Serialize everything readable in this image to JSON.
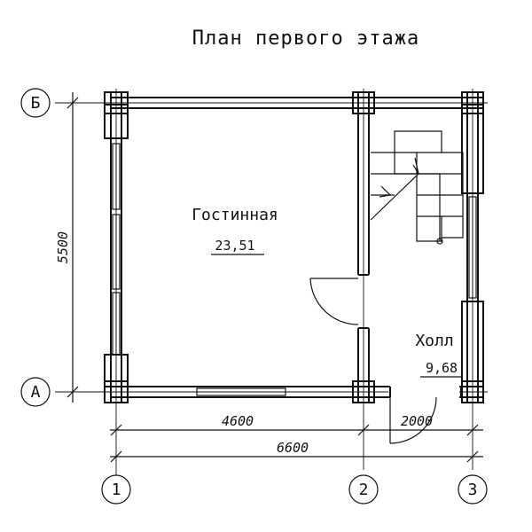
{
  "title": "План первого этажа",
  "rooms": [
    {
      "name": "Гостинная",
      "area": "23,51"
    },
    {
      "name": "Холл",
      "area": "9,68"
    }
  ],
  "dimensions": {
    "horizontal_segment_1": "4600",
    "horizontal_segment_2": "2000",
    "horizontal_total": "6600",
    "vertical_total": "5500"
  },
  "axes": {
    "letters": [
      "Б",
      "А"
    ],
    "numbers": [
      "1",
      "2",
      "3"
    ]
  }
}
